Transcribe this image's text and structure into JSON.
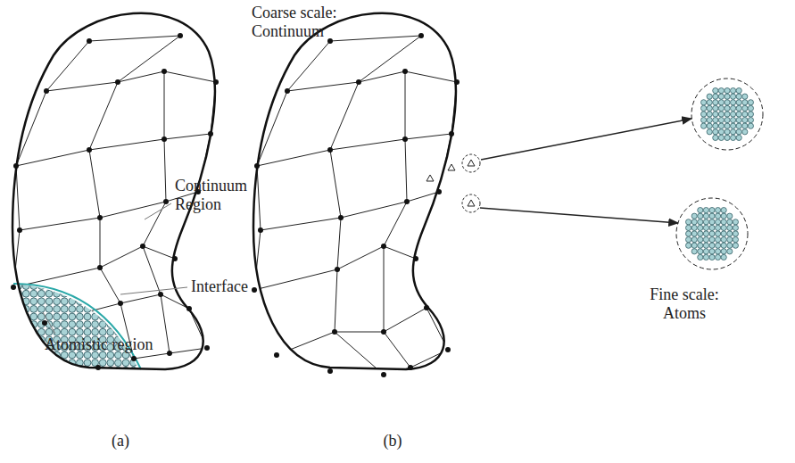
{
  "diagram": {
    "labels": [
      "Continuum Region",
      "Interface",
      "Atomistic region",
      "(a)",
      "(b)",
      "Coarse scale: Continuum",
      "Fine scale: Atoms"
    ]
  }
}
